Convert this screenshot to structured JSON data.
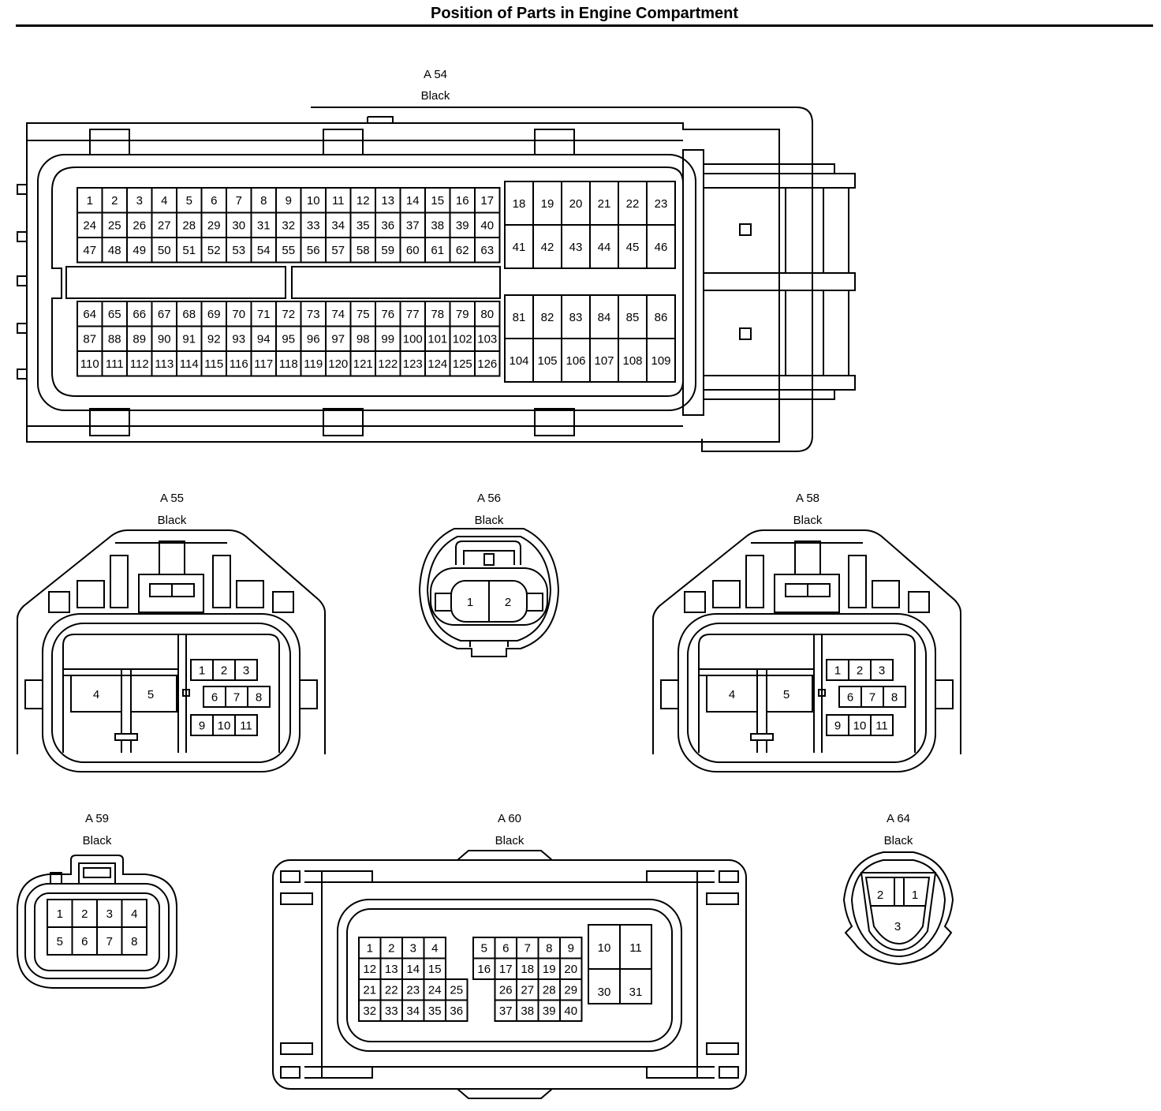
{
  "title": "Position of Parts in Engine Compartment",
  "connectors": {
    "a54": {
      "code": "A 54",
      "color": "Black"
    },
    "a55": {
      "code": "A 55",
      "color": "Black"
    },
    "a56": {
      "code": "A 56",
      "color": "Black"
    },
    "a58": {
      "code": "A 58",
      "color": "Black"
    },
    "a59": {
      "code": "A 59",
      "color": "Black"
    },
    "a60": {
      "code": "A 60",
      "color": "Black"
    },
    "a64": {
      "code": "A 64",
      "color": "Black"
    }
  }
}
